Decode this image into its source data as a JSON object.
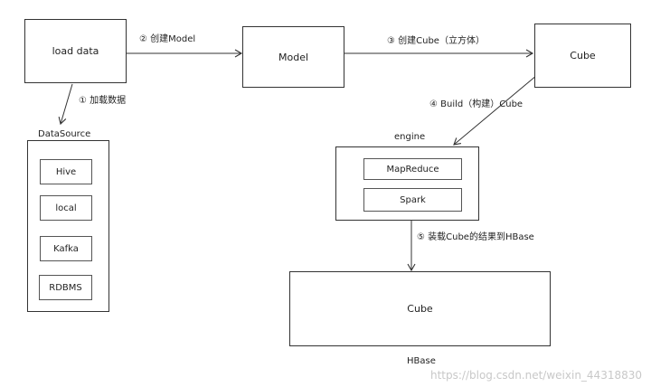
{
  "nodes": {
    "load_data": "load data",
    "model": "Model",
    "cube_top": "Cube",
    "cube_bottom": "Cube"
  },
  "containers": {
    "datasource": {
      "title": "DataSource",
      "items": [
        "Hive",
        "local",
        "Kafka",
        "RDBMS"
      ]
    },
    "engine": {
      "title": "engine",
      "items": [
        "MapReduce",
        "Spark"
      ]
    },
    "hbase": {
      "title": "HBase"
    }
  },
  "edges": [
    "① 加载数据",
    "② 创建Model",
    "③ 创建Cube（立方体）",
    "④ Build（构建）Cube",
    "⑤ 装载Cube的结果到HBase"
  ],
  "watermark": "https://blog.csdn.net/weixin_44318830"
}
